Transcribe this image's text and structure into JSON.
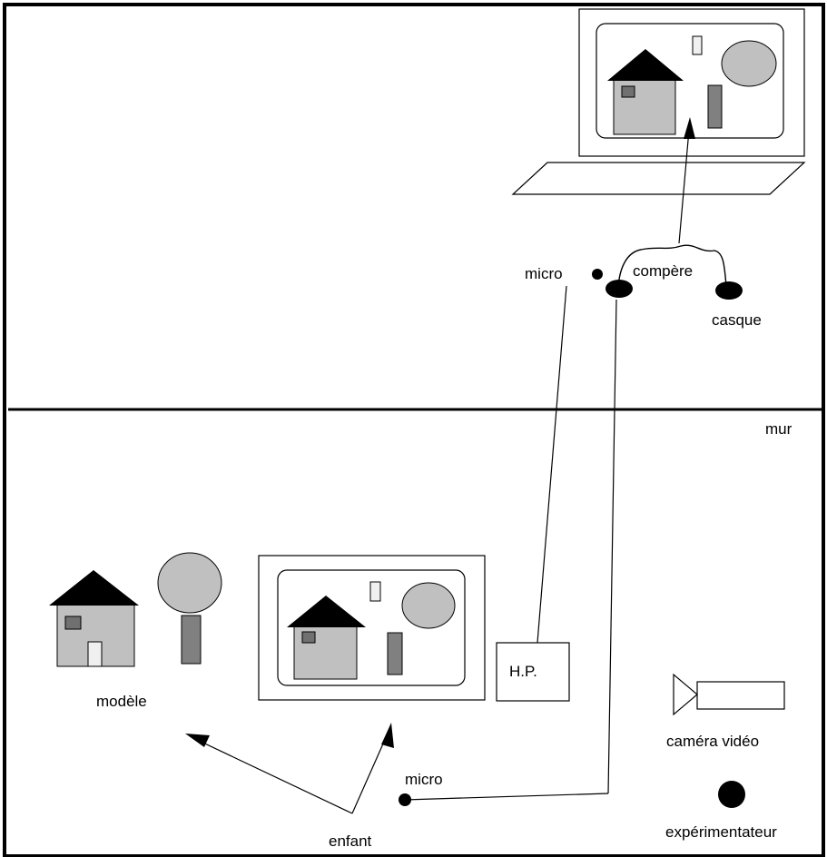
{
  "labels": {
    "micro_top": "micro",
    "compere": "compère",
    "casque": "casque",
    "mur": "mur",
    "hp": "H.P.",
    "modele": "modèle",
    "camera": "caméra vidéo",
    "micro_bottom": "micro",
    "enfant": "enfant",
    "experimentateur": "expérimentateur"
  },
  "colors": {
    "house_wall": "#c0c0c0",
    "roof": "#000000",
    "window": "#707070",
    "door": "#f0f0f0",
    "tree_top": "#c0c0c0",
    "tree_trunk": "#808080",
    "line": "#000000"
  }
}
